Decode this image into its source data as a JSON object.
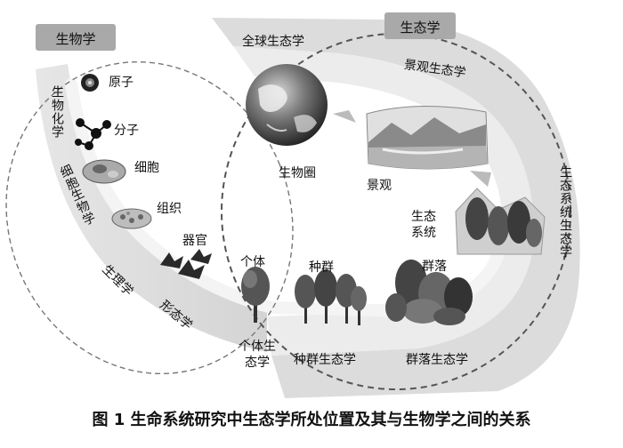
{
  "header": {
    "biology": "生物学",
    "ecology": "生态学"
  },
  "levels": {
    "atom": "原子",
    "molecule": "分子",
    "cell": "细胞",
    "tissue": "组织",
    "organ": "器官",
    "individual": "个体",
    "population": "种群",
    "community": "群落",
    "ecosystem": "生态系统",
    "landscape": "景观",
    "biosphere": "生物圈"
  },
  "band_labels": {
    "biochemistry": "生物化学",
    "cell_biology": "细胞生物学",
    "physiology": "生理学",
    "morphology": "形态学",
    "individual_ecology": "个体生态学",
    "population_ecology": "种群生态学",
    "community_ecology": "群落生态学",
    "ecosystem_ecology": "生态系统生态学",
    "landscape_ecology": "景观生态学",
    "global_ecology": "全球生态学"
  },
  "caption": "图 1  生命系统研究中生态学所处位置及其与生物学之间的关系"
}
